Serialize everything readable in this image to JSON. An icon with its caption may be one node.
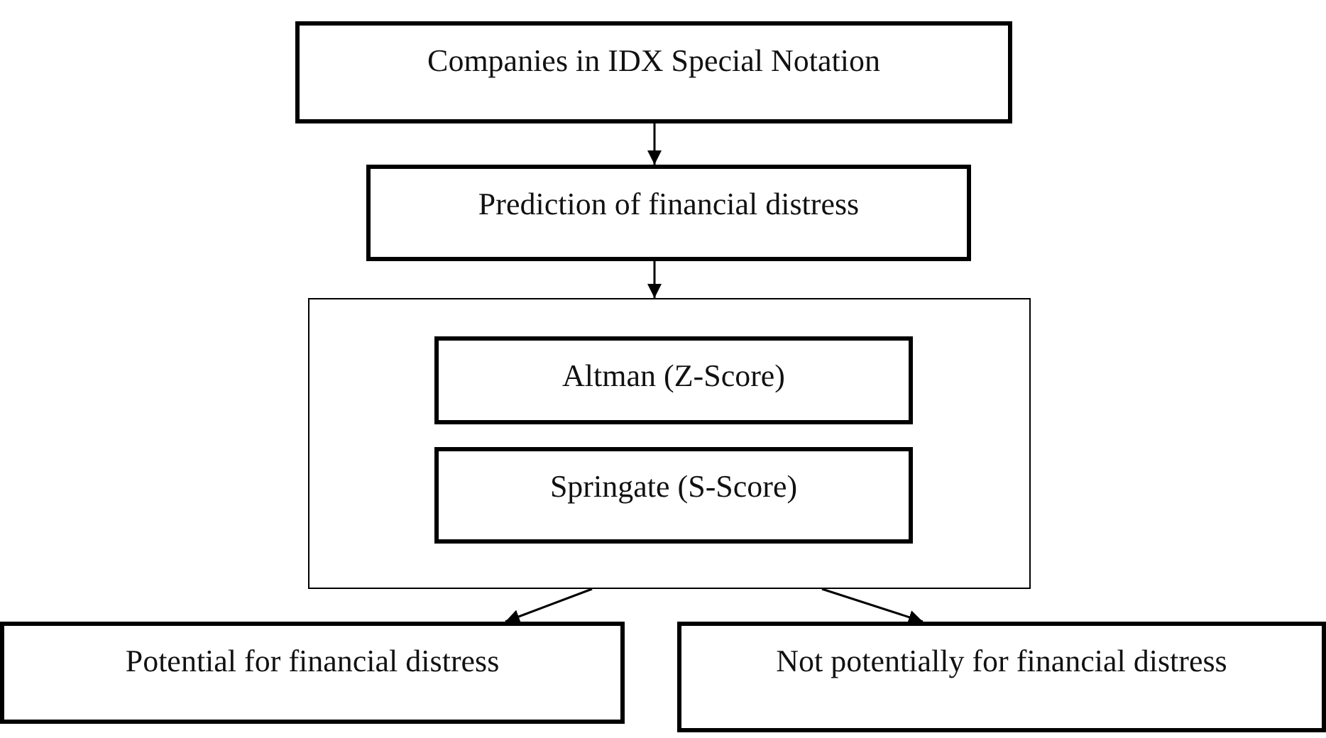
{
  "diagram": {
    "nodes": [
      {
        "text": [
          "Companies in IDX Special Notation"
        ]
      },
      {
        "text": [
          "Prediction of financial distress"
        ]
      },
      {
        "text": [],
        "shape": "box"
      },
      {
        "text": [
          "Altman (Z-Score)"
        ],
        "in": 2
      },
      {
        "text": [
          "Springate (S-Score)"
        ],
        "in": 2
      },
      {
        "text": [
          "Potential for financial distress"
        ]
      },
      {
        "text": [
          "Not potentially for financial distress"
        ]
      }
    ],
    "edges": [
      {
        "from": 0,
        "to": 1,
        "arrow": "to"
      },
      {
        "from": 1,
        "to": 2,
        "arrow": "to"
      },
      {
        "from": 2,
        "to": 5,
        "arrow": "to"
      },
      {
        "from": 2,
        "to": 6,
        "arrow": "to"
      }
    ]
  }
}
